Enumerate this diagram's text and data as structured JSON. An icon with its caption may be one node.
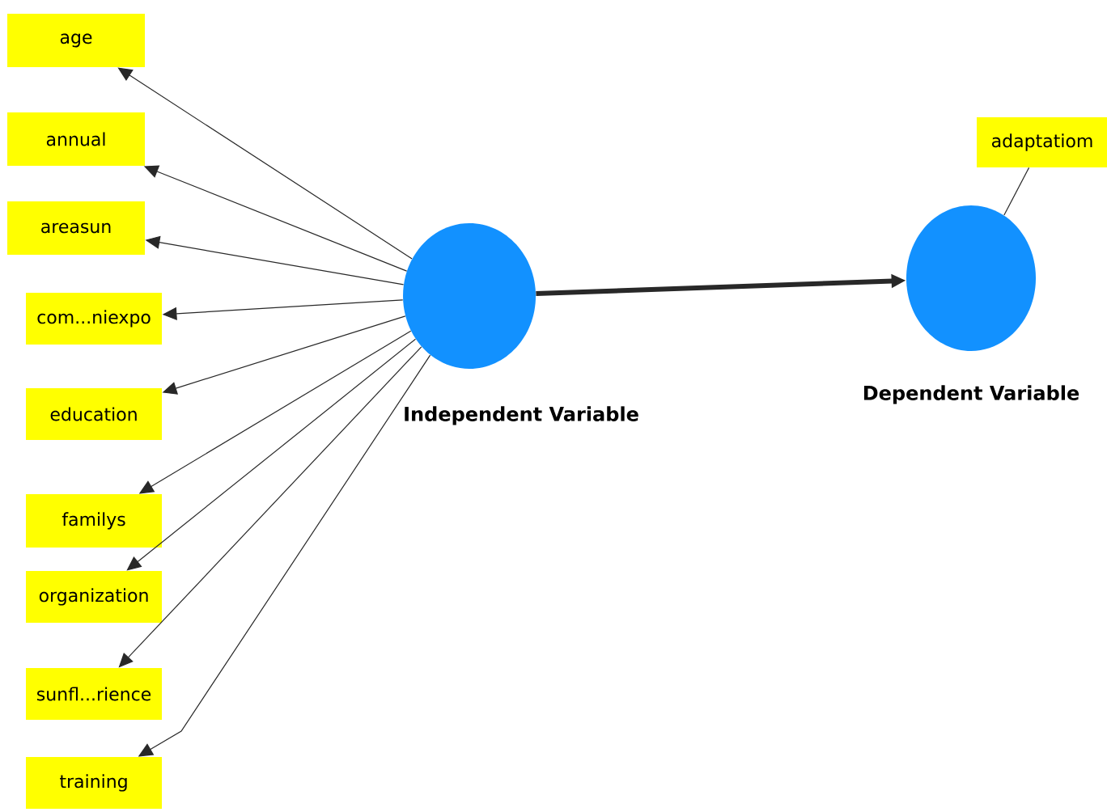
{
  "diagram": {
    "nodes": [
      {
        "text": [
          "Independent Variable"
        ]
      },
      {
        "text": [
          "Dependent Variable"
        ]
      },
      {
        "text": [
          "age"
        ]
      },
      {
        "text": [
          "annual"
        ]
      },
      {
        "text": [
          "areasun"
        ]
      },
      {
        "text": [
          "com...niexpo"
        ]
      },
      {
        "text": [
          "education"
        ]
      },
      {
        "text": [
          "familys"
        ]
      },
      {
        "text": [
          "organization"
        ]
      },
      {
        "text": [
          "sunfl...rience"
        ]
      },
      {
        "text": [
          "training"
        ]
      },
      {
        "text": [
          "adaptatiom"
        ]
      }
    ],
    "edges": [
      {
        "from": 0,
        "to": 2,
        "arrow": "to"
      },
      {
        "from": 0,
        "to": 3,
        "arrow": "to"
      },
      {
        "from": 0,
        "to": 4,
        "arrow": "to"
      },
      {
        "from": 0,
        "to": 5,
        "arrow": "to"
      },
      {
        "from": 0,
        "to": 6,
        "arrow": "to"
      },
      {
        "from": 0,
        "to": 7,
        "arrow": "to"
      },
      {
        "from": 0,
        "to": 8,
        "arrow": "to"
      },
      {
        "from": 0,
        "to": 9,
        "arrow": "to"
      },
      {
        "from": 0,
        "to": 10,
        "arrow": "to"
      },
      {
        "from": 0,
        "to": 1,
        "arrow": "to",
        "style": "thick"
      },
      {
        "from": 1,
        "to": 11,
        "arrow": "none"
      }
    ]
  }
}
